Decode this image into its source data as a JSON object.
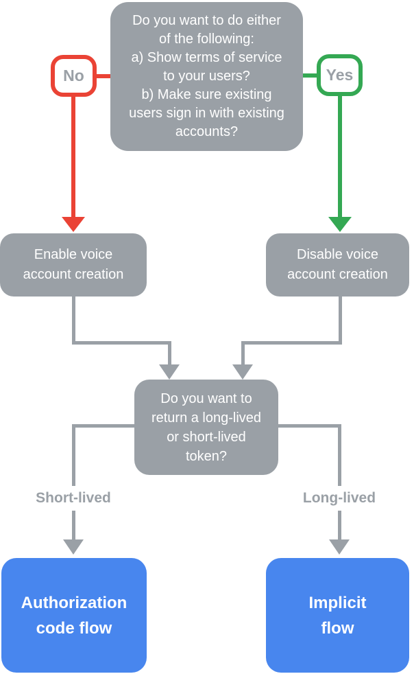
{
  "colors": {
    "box_gray": "#9AA0A6",
    "arrow_red": "#EA4335",
    "arrow_green": "#34A853",
    "result_blue": "#4886EE",
    "label_gray": "#9AA0A6",
    "box_text": "#FFFFFF"
  },
  "nodes": {
    "top_question": {
      "lines": [
        "Do you want to do either",
        "of the following:",
        "a) Show terms of service",
        "to your users?",
        "b) Make sure existing",
        "users sign in with existing",
        "accounts?"
      ]
    },
    "no_badge": {
      "label": "No"
    },
    "yes_badge": {
      "label": "Yes"
    },
    "enable_voice": {
      "lines": [
        "Enable voice",
        "account creation"
      ]
    },
    "disable_voice": {
      "lines": [
        "Disable voice",
        "account creation"
      ]
    },
    "token_question": {
      "lines": [
        "Do you want to",
        "return a long-lived",
        "or short-lived",
        "token?"
      ]
    },
    "short_lived_label": {
      "label": "Short-lived"
    },
    "long_lived_label": {
      "label": "Long-lived"
    },
    "authorization_code_flow": {
      "lines": [
        "Authorization",
        "code flow"
      ]
    },
    "implicit_flow": {
      "lines": [
        "Implicit",
        "flow"
      ]
    }
  }
}
